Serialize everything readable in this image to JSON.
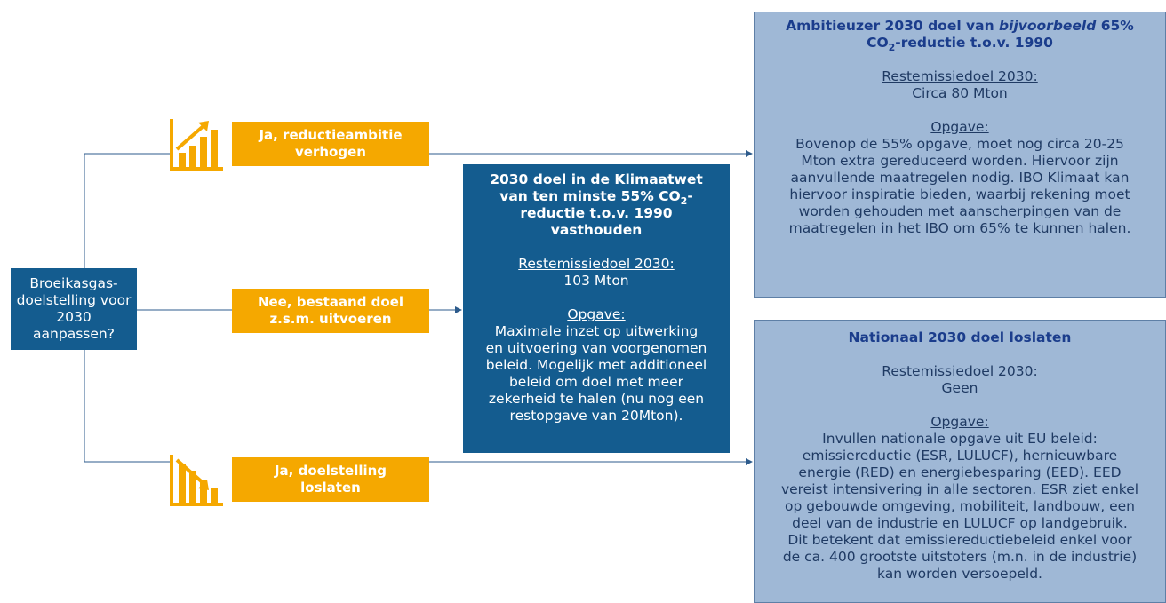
{
  "question": [
    "Broeikasgas-",
    "doelstelling voor",
    "2030",
    "aanpassen?"
  ],
  "options": {
    "raise": [
      "Ja, reductieambitie",
      "verhogen"
    ],
    "keep": [
      "Nee, bestaand doel",
      "z.s.m. uitvoeren"
    ],
    "drop": [
      "Ja, doelstelling",
      "loslaten"
    ]
  },
  "middle": {
    "title_lines": [
      "2030 doel in de Klimaatwet",
      "van ten minste 55% CO",
      "2",
      "-",
      "reductie t.o.v. 1990",
      "vasthouden"
    ],
    "rest_label": "Restemissiedoel 2030:",
    "rest_value": "103 Mton",
    "task_label": "Opgave:",
    "task_lines": [
      "Maximale inzet op uitwerking",
      "en uitvoering van voorgenomen",
      "beleid. Mogelijk met additioneel",
      "beleid om doel met meer",
      "zekerheid te halen (nu nog een",
      "restopgave van 20Mton)."
    ]
  },
  "ambitious": {
    "title_pre": "Ambitieuzer 2030 doel van ",
    "title_em": "bijvoorbeeld",
    "title_post": " 65%",
    "title_l2a": "CO",
    "title_l2sub": "2",
    "title_l2b": "-reductie t.o.v. 1990",
    "rest_label": "Restemissiedoel 2030:",
    "rest_value": "Circa 80 Mton",
    "task_label": "Opgave:",
    "task_lines": [
      "Bovenop de 55% opgave, moet nog circa 20-25",
      "Mton extra gereduceerd worden. Hiervoor zijn",
      "aanvullende maatregelen nodig. IBO Klimaat kan",
      "hiervoor inspiratie bieden, waarbij rekening moet",
      "worden gehouden met aanscherpingen van de",
      "maatregelen in het IBO om 65% te kunnen halen."
    ]
  },
  "national": {
    "title": "Nationaal 2030 doel loslaten",
    "rest_label": "Restemissiedoel 2030:",
    "rest_value": "Geen",
    "task_label": "Opgave:",
    "task_lines": [
      "Invullen nationale opgave uit EU beleid:",
      "emissiereductie (ESR, LULUCF), hernieuwbare",
      "energie (RED) en energiebesparing (EED). EED",
      "vereist intensivering in alle sectoren. ESR ziet enkel",
      "op gebouwde omgeving, mobiliteit, landbouw, een",
      "deel van de industrie en LULUCF op landgebruik.",
      "Dit betekent dat emissiereductiebeleid enkel voor",
      "de ca. 400 grootste uitstoters (m.n. in de industrie)",
      "kan worden versoepeld."
    ]
  },
  "colors": {
    "dark_blue": "#145c8f",
    "orange": "#f5a800",
    "light_blue": "#9fb8d6",
    "title_blue": "#1b3d8c"
  },
  "icons": [
    "chart-up-icon",
    "chart-down-icon"
  ]
}
